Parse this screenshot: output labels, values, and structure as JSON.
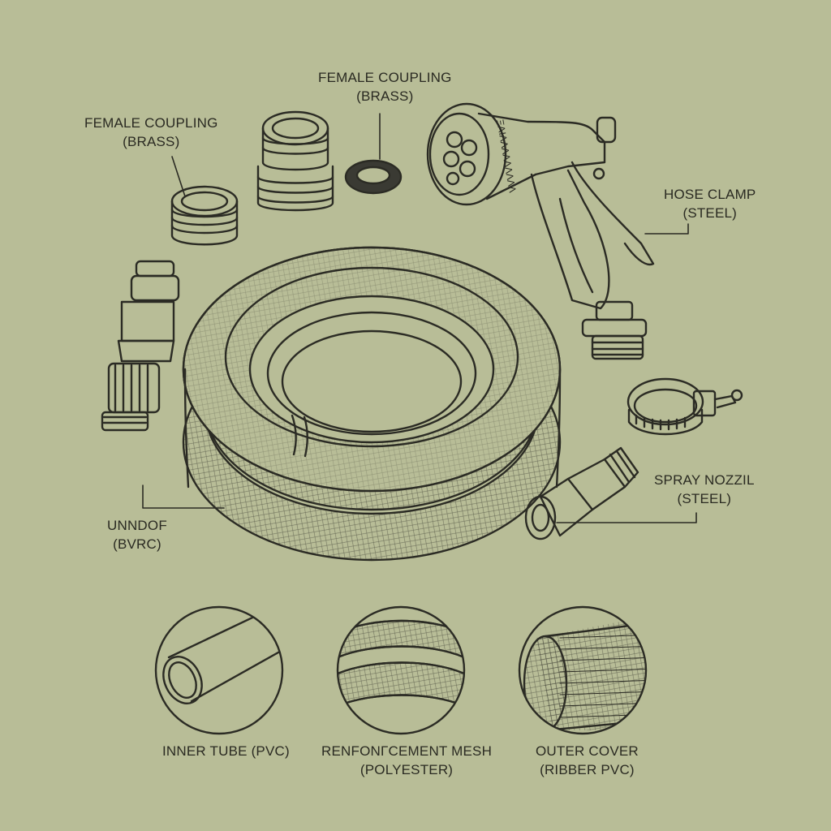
{
  "colors": {
    "background": "#b8bd97",
    "ink": "#2b2b24",
    "washer": "#3a3a33"
  },
  "labels": {
    "female_coupling_left": {
      "name": "FEMALE COUPLING",
      "material": "(BRASS)"
    },
    "female_coupling_top": {
      "name": "FEMALE COUPLING",
      "material": "(BRASS)"
    },
    "hose_clamp": {
      "name": "HOSE CLAMP",
      "material": "(STEEL)"
    },
    "spray_nozzle": {
      "name": "SPRAY NOZZIL",
      "material": "(STEEL)"
    },
    "hose_body": {
      "name": "UNNDOF",
      "material": "(BVRC)"
    },
    "inner_tube": {
      "name": "INNER TUBE (PVC)"
    },
    "reinforcement_mesh": {
      "name": "RENFONΓCEMENT MESH",
      "material": "(POLYESTER)"
    },
    "outer_cover": {
      "name": "OUTER COVER",
      "material": "(RIBBER PVC)"
    }
  },
  "nozzle_face_text": "ΞΛΙΛΛΛΛΛΛΛΛΛ"
}
